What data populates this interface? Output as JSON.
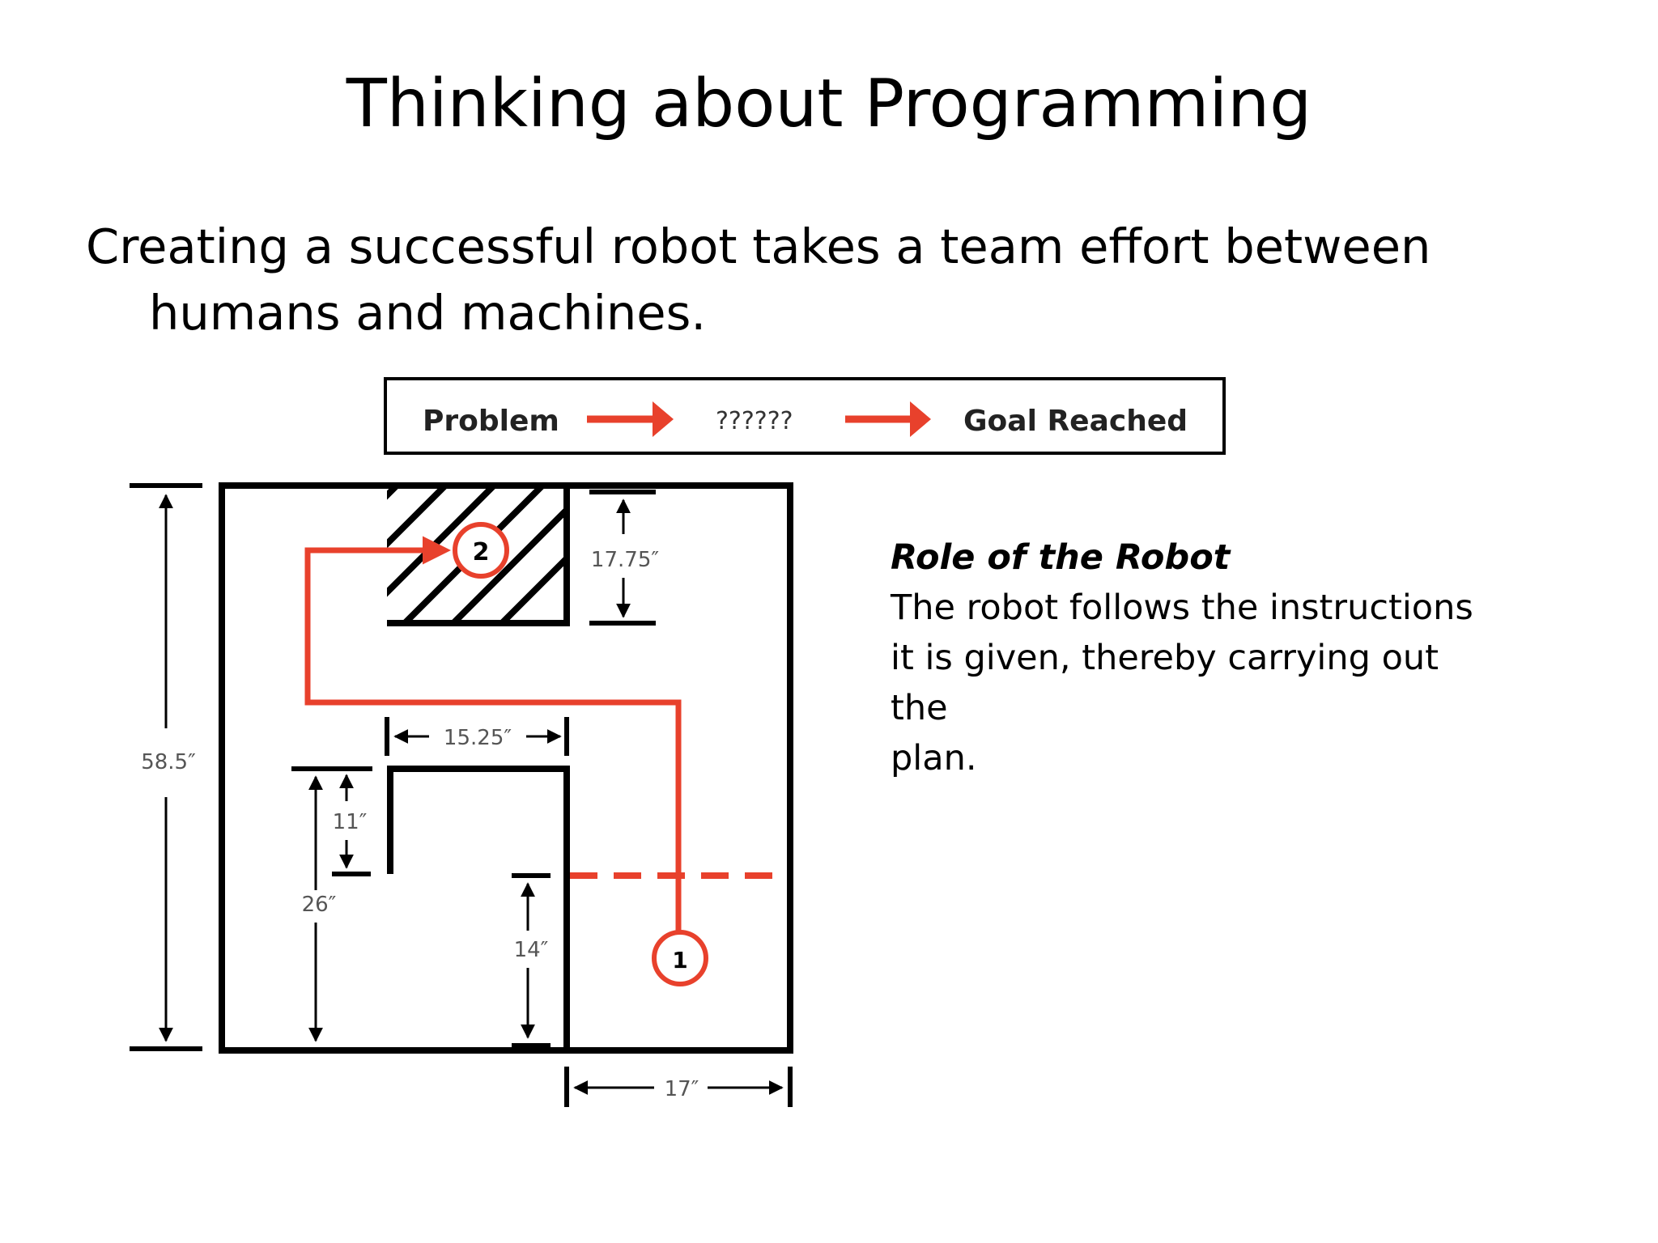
{
  "slide": {
    "title": "Thinking about Programming",
    "subtitle_line1": "Creating a successful robot takes a team effort between",
    "subtitle_line2": "humans and machines."
  },
  "flow": {
    "start_label": "Problem",
    "middle_label": "??????",
    "end_label": "Goal Reached",
    "arrow_color": "#E8412C"
  },
  "diagram": {
    "overall_height": "58.5″",
    "obstacle_height": "17.75″",
    "gap_width": "15.25″",
    "inner_wall_height": "11″",
    "left_block_height": "26″",
    "start_zone_height": "14″",
    "start_zone_width": "17″",
    "start_marker": "1",
    "goal_marker": "2",
    "path_color": "#E8412C"
  },
  "role": {
    "title": "Role of the Robot",
    "body": "The robot follows the instructions\nit is given, thereby carrying out the\nplan."
  }
}
